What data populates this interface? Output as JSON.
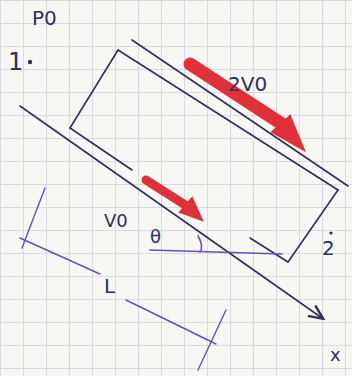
{
  "diagram": {
    "labels": [
      "P0",
      "1",
      "2V0",
      "V0",
      "θ",
      "L",
      "2",
      "x"
    ]
  }
}
